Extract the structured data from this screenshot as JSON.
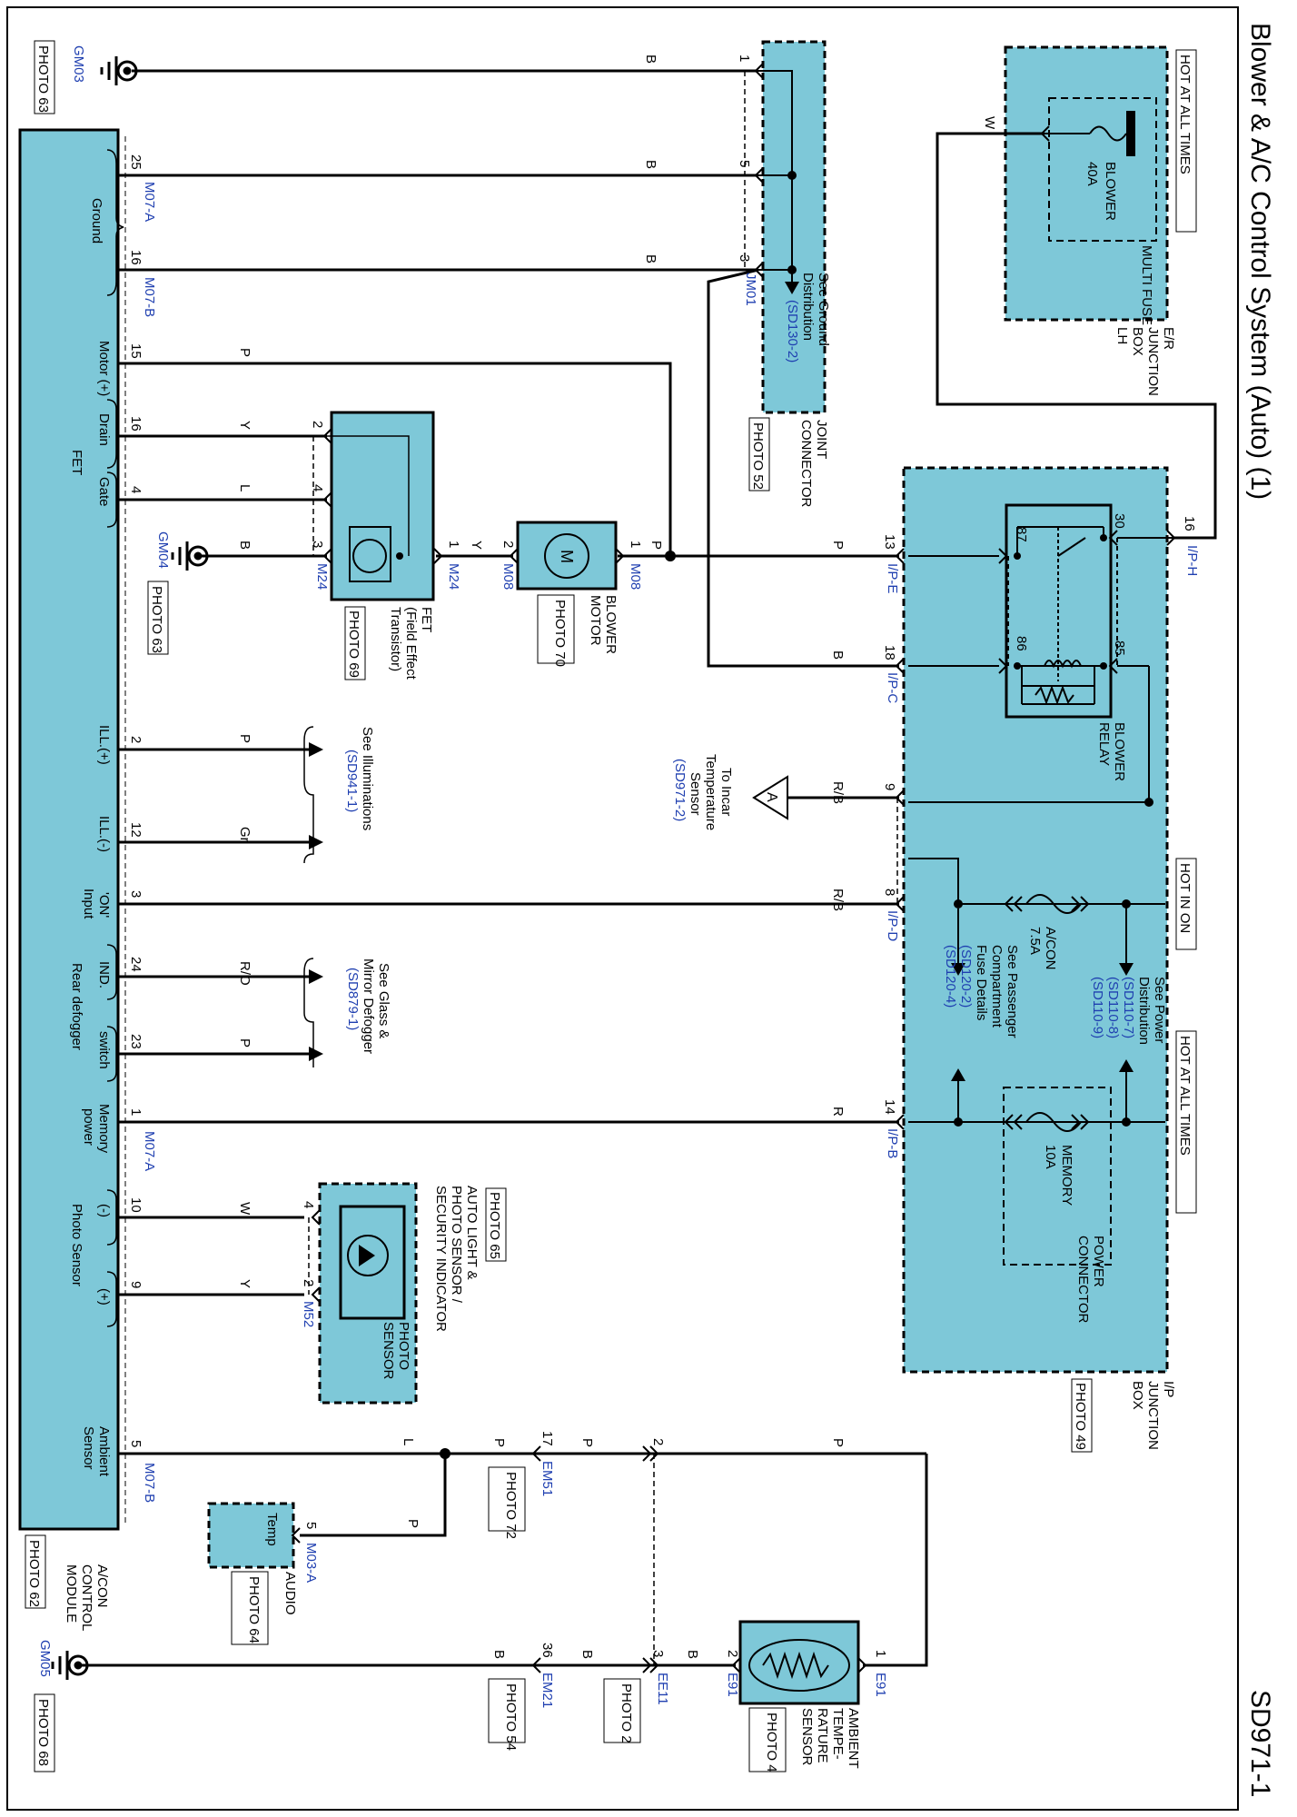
{
  "title": "Blower & A/C Control System (Auto) (1)",
  "page_code": "SD971-1",
  "colors": {
    "box_fill": "#7ec8d8",
    "connector_label": "#1f3fb0",
    "link": "#1f3fb0",
    "wire": "#000000"
  },
  "power": {
    "hot_at_all_times": "HOT AT ALL TIMES",
    "hot_in_on": "HOT IN ON",
    "hot_at_all_times_2": "HOT AT ALL TIMES",
    "multi_fuse": "MULTI FUSE",
    "blower_fuse_name": "BLOWER",
    "blower_fuse_amp": "40A",
    "er_box_1": "E/R",
    "er_box_2": "JUNCTION",
    "er_box_3": "BOX",
    "er_box_4": "LH",
    "aircon_fuse_name": "A/CON",
    "aircon_fuse_amp": "7.5A",
    "memory_fuse_name": "MEMORY",
    "memory_fuse_amp": "10A",
    "power_connector_1": "POWER",
    "power_connector_2": "CONNECTOR",
    "see_power_1": "See Power",
    "see_power_2": "Distribution",
    "see_power_ref1": "(SD110-7)",
    "see_power_ref2": "(SD110-8)",
    "see_power_ref3": "(SD110-9)",
    "see_pass_1": "See Passenger",
    "see_pass_2": "Compartment",
    "see_pass_3": "Fuse Details",
    "see_pass_ref1": "(SD120-2)",
    "see_pass_ref2": "(SD120-4)",
    "ip_box_1": "I/P",
    "ip_box_2": "JUNCTION",
    "ip_box_3": "BOX",
    "ip_box_photo": "PHOTO 49"
  },
  "relay": {
    "name_1": "BLOWER",
    "name_2": "RELAY",
    "pin30": "30",
    "pin87": "87",
    "pin86": "86",
    "pin85": "85"
  },
  "ground": {
    "gm03": "GM03",
    "gm03_photo": "PHOTO 63",
    "gm04": "GM04",
    "gm04_photo": "PHOTO 63",
    "gm05": "GM05",
    "gm05_photo": "PHOTO 68",
    "jm01": "JM01",
    "see_ground_1": "See Ground",
    "see_ground_2": "Distribution",
    "see_ground_ref": "(SD130-2)",
    "joint_1": "JOINT",
    "joint_2": "CONNECTOR",
    "joint_photo": "PHOTO 52"
  },
  "module": {
    "name_1": "A/CON",
    "name_2": "CONTROL",
    "name_3": "MODULE",
    "photo": "PHOTO 62",
    "ground_label": "Ground",
    "motor_plus": "Motor (+)",
    "drain": "Drain",
    "gate": "Gate",
    "fet": "FET",
    "ill_plus": "ILL.(+)",
    "ill_minus": "ILL.(-)",
    "on_input_1": "'ON'",
    "on_input_2": "Input",
    "ind": "IND.",
    "switch": "switch",
    "rear_defogger": "Rear defogger",
    "memory_power_1": "Memory",
    "memory_power_2": "power",
    "minus": "(-)",
    "plus": "(+)",
    "photo_sensor": "Photo Sensor",
    "ambient_1": "Ambient",
    "ambient_2": "Sensor"
  },
  "components": {
    "fet_1": "FET",
    "fet_2": "(Field Effect",
    "fet_3": "Transistor)",
    "fet_photo": "PHOTO 69",
    "blower_motor_1": "BLOWER",
    "blower_motor_2": "MOTOR",
    "blower_motor_photo": "PHOTO 70",
    "motor_symbol": "M",
    "auto_light_photo": "PHOTO 65",
    "auto_light_1": "AUTO LIGHT &",
    "auto_light_2": "PHOTO SENSOR /",
    "auto_light_3": "SECURITY INDICATOR",
    "photo_sensor_1": "PHOTO",
    "photo_sensor_2": "SENSOR",
    "audio": "AUDIO",
    "audio_photo": "PHOTO 64",
    "temp": "Temp",
    "ambient_sensor_1": "AMBIENT",
    "ambient_sensor_2": "TEMPE-",
    "ambient_sensor_3": "RATURE",
    "ambient_sensor_4": "SENSOR",
    "ambient_sensor_photo": "PHOTO 4"
  },
  "refs": {
    "to_incar_1": "To Incar",
    "to_incar_2": "Temperature",
    "to_incar_3": "Sensor",
    "to_incar_ref": "(SD971-2)",
    "offpage_a": "A",
    "see_illum": "See Illuminations",
    "see_illum_ref": "(SD941-1)",
    "see_glass_1": "See Glass &",
    "see_glass_2": "Mirror Defogger",
    "see_glass_ref": "(SD879-1)"
  },
  "connectors": {
    "m07a": "M07-A",
    "m07b": "M07-B",
    "m07a_2": "M07-A",
    "m07b_2": "M07-B",
    "m24": "M24",
    "m24_b": "M24",
    "m08": "M08",
    "m08_b": "M08",
    "ipe": "I/P-E",
    "ipc": "I/P-C",
    "iph": "I/P-H",
    "ipd": "I/P-D",
    "ipb": "I/P-B",
    "m52": "M52",
    "m03a": "M03-A",
    "em51": "EM51",
    "em51_photo": "PHOTO 72",
    "em21": "EM21",
    "em21_photo": "PHOTO 54",
    "ee11": "EE11",
    "ee11_photo": "PHOTO 2",
    "e91": "E91",
    "e91_b": "E91"
  },
  "wires": {
    "gnd1": "B",
    "gnd2": "B",
    "gnd3": "B",
    "motor_p": "P",
    "drain_y": "Y",
    "gate_l": "L",
    "fet_gnd_b": "B",
    "fet_motor_y": "Y",
    "motor_ip_p": "P",
    "ipe_p": "P",
    "ipc_b": "B",
    "blower_w": "W",
    "ill_p": "P",
    "ill_gr": "Gr",
    "incar_rb": "R/B",
    "on_rb": "R/B",
    "ind_ro": "R/O",
    "switch_p": "P",
    "memory_r": "R",
    "photo_w": "W",
    "photo_y": "Y",
    "amb_l": "L",
    "em51_p": "P",
    "ee11_p": "P",
    "amb_sensor_p": "P",
    "audio_p": "P",
    "e91_b": "B",
    "ee11_b": "B",
    "em21_b": "B"
  },
  "pins": {
    "m_25": "25",
    "m_16a": "16",
    "m_15": "15",
    "m_16b": "16",
    "m_4": "4",
    "m_2": "2",
    "m_12": "12",
    "m_3": "3",
    "m_24": "24",
    "m_23": "23",
    "m_1": "1",
    "m_10": "10",
    "m_9": "9",
    "m_5": "5",
    "j_1": "1",
    "j_5": "5",
    "j_3": "3",
    "fet_2": "2",
    "fet_4": "4",
    "fet_3": "3",
    "fet_1": "1",
    "mot_2": "2",
    "mot_1": "1",
    "ip_13": "13",
    "ip_18": "18",
    "ip_9": "9",
    "ip_8": "8",
    "ip_14": "14",
    "ip_16": "16",
    "ps_4": "4",
    "ps_2": "2",
    "em51_17": "17",
    "ee11_2": "2",
    "m03a_5": "5",
    "em21_36": "36",
    "ee11_3": "3",
    "e91_2": "2",
    "e91_1": "1"
  }
}
